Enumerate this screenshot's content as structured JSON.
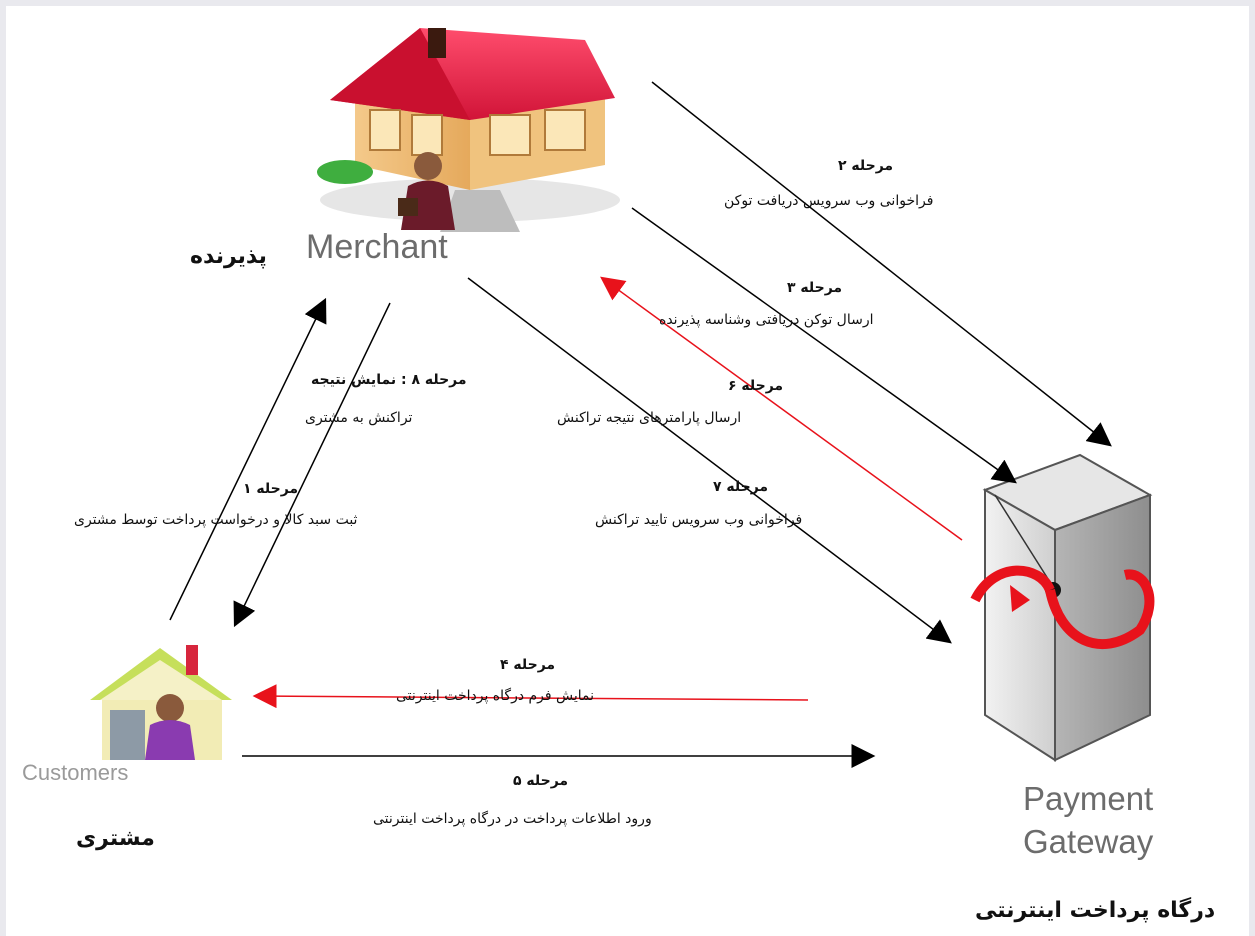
{
  "actors": {
    "merchant": {
      "label_en": "Merchant",
      "label_fa": "پذیرنده"
    },
    "customer": {
      "label_en": "Customers",
      "label_fa": "مشتری"
    },
    "gateway": {
      "label_en_line1": "Payment",
      "label_en_line2": "Gateway",
      "label_fa": "درگاه پرداخت اینترنتی"
    }
  },
  "steps": [
    {
      "id": "1",
      "title": "مرحله ۱",
      "desc": "ثبت سبد کالا و درخواست پرداخت توسط مشتری",
      "from": "customer",
      "to": "merchant",
      "color": "#000000"
    },
    {
      "id": "2",
      "title": "مرحله ۲",
      "desc": "فراخوانی وب سرویس دریافت توکن",
      "from": "merchant",
      "to": "gateway",
      "color": "#000000"
    },
    {
      "id": "3",
      "title": "مرحله ۳",
      "desc": "ارسال توکن دریافتی وشناسه پذیرنده",
      "from": "merchant",
      "to": "gateway",
      "color": "#000000"
    },
    {
      "id": "4",
      "title": "مرحله ۴",
      "desc": "نمایش فرم درگاه پرداخت اینترنتی",
      "from": "gateway",
      "to": "customer",
      "color": "#e8121b"
    },
    {
      "id": "5",
      "title": "مرحله ۵",
      "desc": "ورود اطلاعات پرداخت در درگاه پرداخت اینترنتی",
      "from": "customer",
      "to": "gateway",
      "color": "#000000"
    },
    {
      "id": "6",
      "title": "مرحله ۶",
      "desc": "ارسال پارامترهای نتیجه تراکنش",
      "from": "gateway",
      "to": "merchant",
      "color": "#e8121b"
    },
    {
      "id": "7",
      "title": "مرحله ۷",
      "desc": "فراخوانی وب سرویس تایید تراکنش",
      "from": "merchant",
      "to": "gateway",
      "color": "#000000"
    },
    {
      "id": "8",
      "title": "مرحله ۸ : نمایش نتیجه",
      "desc": "تراکنش به مشتری",
      "from": "merchant",
      "to": "customer",
      "color": "#000000"
    }
  ]
}
